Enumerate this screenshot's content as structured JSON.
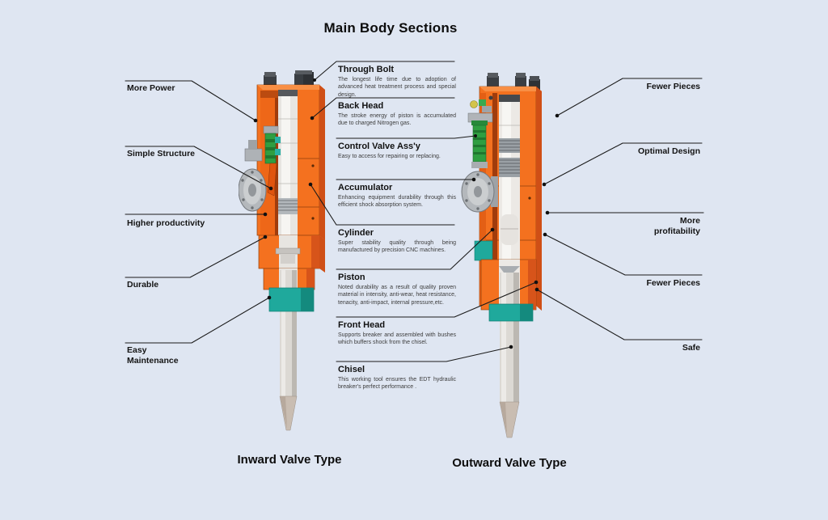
{
  "title": "Main Body Sections",
  "left_labels": [
    {
      "label": "More Power"
    },
    {
      "label": "Simple Structure"
    },
    {
      "label": "Higher productivity"
    },
    {
      "label": "Durable"
    },
    {
      "label": "Easy\nMaintenance"
    }
  ],
  "right_labels": [
    {
      "label": "Fewer Pieces"
    },
    {
      "label": "Optimal Design"
    },
    {
      "label": "More\nprofitability"
    },
    {
      "label": "Fewer Pieces"
    },
    {
      "label": "Safe"
    }
  ],
  "sections": [
    {
      "name": "Through Bolt",
      "description": "The longest life time due to adoption of advanced heat treatment process and special design."
    },
    {
      "name": "Back Head",
      "description": "The stroke energy of piston is accumulated due to charged Nitrogen gas."
    },
    {
      "name": "Control Valve Ass'y",
      "description": "Easy to access for repairing or replacing."
    },
    {
      "name": "Accumulator",
      "description": "Enhancing equipment durability through this efficient shock absorption system."
    },
    {
      "name": "Cylinder",
      "description": "Super stability quality through being manufactured by precision CNC machines."
    },
    {
      "name": "Piston",
      "description": "Noted durability as a result of quality proven material in intensity, anti-wear, heat resistance, tenacity, anti-impact, internal pressure,etc."
    },
    {
      "name": "Front Head",
      "description": "Supports breaker and assembled with bushes which buffers shock from the chisel."
    },
    {
      "name": "Chisel",
      "description": "This working tool ensures the EDT hydraulic breaker's perfect performance ."
    }
  ],
  "diagrams": [
    {
      "caption": "Inward Valve Type"
    },
    {
      "caption": "Outward Valve Type"
    }
  ],
  "colors": {
    "background": "#dfe6f2",
    "body_orange": "#f4711f",
    "body_orange_dark": "#d7541a",
    "bushing_teal": "#1fa99c",
    "valve_green": "#2f9e41",
    "metal_gray": "#b4b8bc",
    "chisel_gray": "#dcd9d4",
    "leader_line": "#1b1b1b"
  }
}
